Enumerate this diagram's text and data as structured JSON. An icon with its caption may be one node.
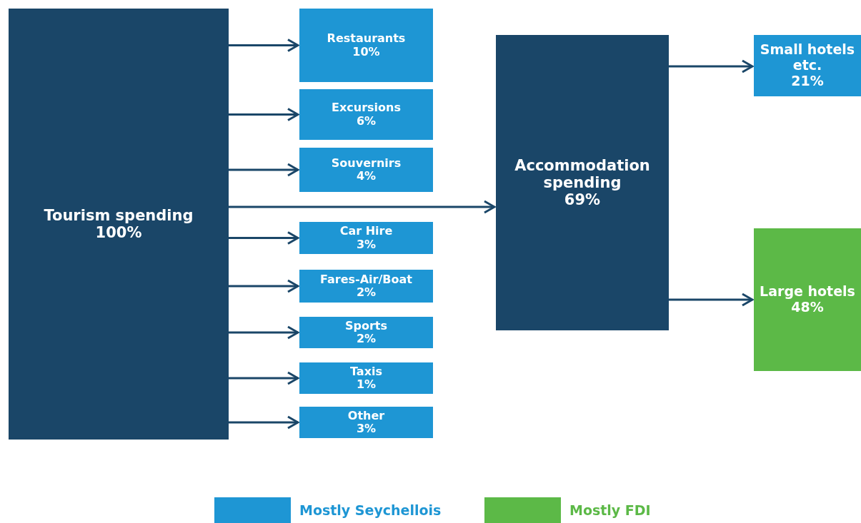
{
  "diagram": {
    "nodes": [
      {
        "text": [
          "Tourism spending",
          "100%"
        ]
      },
      {
        "text": [
          "Restaurants",
          "10%"
        ]
      },
      {
        "text": [
          "Excursions",
          "6%"
        ]
      },
      {
        "text": [
          "Souvernirs",
          "4%"
        ]
      },
      {
        "text": [
          "Car Hire",
          "3%"
        ]
      },
      {
        "text": [
          "Fares-Air/Boat",
          "2%"
        ]
      },
      {
        "text": [
          "Sports",
          "2%"
        ]
      },
      {
        "text": [
          "Taxis",
          "1%"
        ]
      },
      {
        "text": [
          "Other",
          "3%"
        ]
      },
      {
        "text": [
          "Accommodation spending",
          "69%"
        ]
      },
      {
        "text": [
          "Small hotels etc.",
          "21%"
        ]
      },
      {
        "text": [
          "Large hotels",
          "48%"
        ]
      }
    ],
    "edges": [
      {
        "from": 0,
        "to": 1,
        "arrow": "to"
      },
      {
        "from": 0,
        "to": 2,
        "arrow": "to"
      },
      {
        "from": 0,
        "to": 3,
        "arrow": "to"
      },
      {
        "from": 0,
        "to": 9,
        "arrow": "to"
      },
      {
        "from": 0,
        "to": 4,
        "arrow": "to"
      },
      {
        "from": 0,
        "to": 5,
        "arrow": "to"
      },
      {
        "from": 0,
        "to": 6,
        "arrow": "to"
      },
      {
        "from": 0,
        "to": 7,
        "arrow": "to"
      },
      {
        "from": 0,
        "to": 8,
        "arrow": "to"
      },
      {
        "from": 9,
        "to": 10,
        "arrow": "to"
      },
      {
        "from": 9,
        "to": 11,
        "arrow": "to"
      }
    ],
    "legend": [
      {
        "text": "Mostly Seychellois",
        "color": "#1e96d4"
      },
      {
        "text": "Mostly FDI",
        "color": "#5cb947"
      }
    ]
  }
}
